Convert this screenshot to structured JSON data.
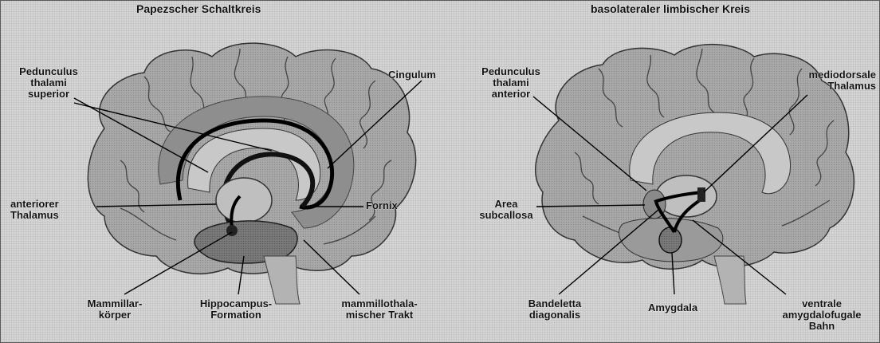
{
  "left_panel": {
    "title": "Papezscher Schaltkreis",
    "labels": {
      "pedunculus": [
        "Pedunculus",
        "thalami",
        "superior"
      ],
      "cingulum": "Cingulum",
      "anterior_thalamus": [
        "anteriorer",
        "Thalamus"
      ],
      "fornix": "Fornix",
      "mammillar": [
        "Mammillar-",
        "körper"
      ],
      "hippocampus": [
        "Hippocampus-",
        "Formation"
      ],
      "mammillothalamic": [
        "mammillothala-",
        "mischer Trakt"
      ]
    }
  },
  "right_panel": {
    "title": "basolateraler limbischer Kreis",
    "labels": {
      "pedunculus_anterior": [
        "Pedunculus",
        "thalami",
        "anterior"
      ],
      "mediodorsal": [
        "mediodorsale",
        "Thalamus"
      ],
      "area": [
        "Area",
        "subcallosa"
      ],
      "bandeletta": [
        "Bandeletta",
        "diagonalis"
      ],
      "amygdala": "Amygdala",
      "ventral": [
        "ventrale",
        "amygdalofugale",
        "Bahn"
      ]
    }
  }
}
